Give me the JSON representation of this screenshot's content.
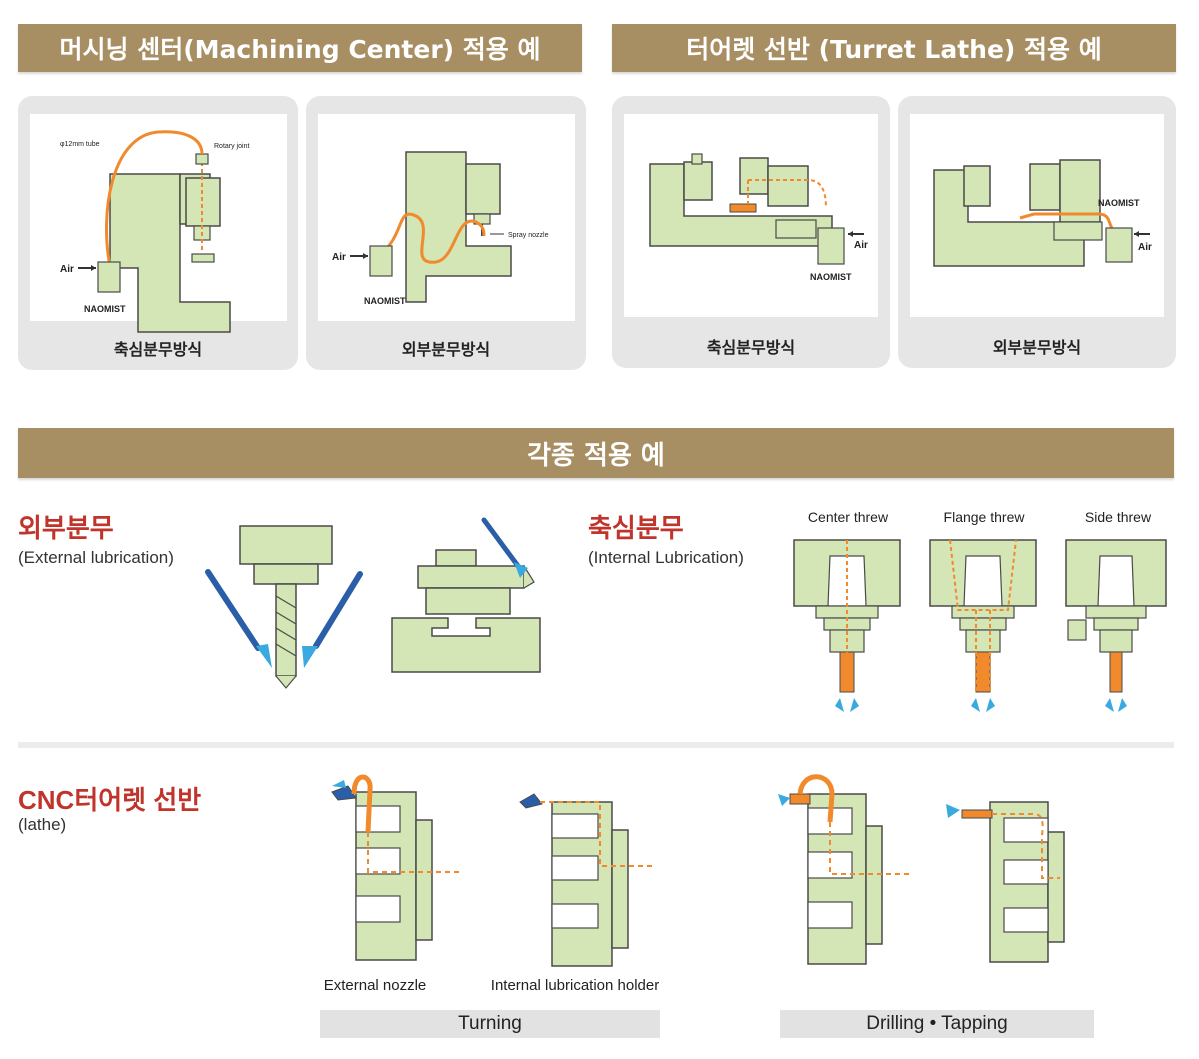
{
  "banners": {
    "machining": "머시닝 센터(Machining Center) 적용 예",
    "turret": "터어렛 선반 (Turret Lathe) 적용 예",
    "various": "각종 적용 예"
  },
  "panels": {
    "mc_internal": {
      "caption": "축심분무방식",
      "tube": "φ12mm tube",
      "joint": "Rotary joint",
      "air": "Air",
      "brand": "NAOMIST"
    },
    "mc_external": {
      "caption": "외부분무방식",
      "nozzle": "Spray nozzle",
      "air": "Air",
      "brand": "NAOMIST"
    },
    "tl_internal": {
      "caption": "축심분무방식",
      "air": "Air",
      "brand": "NAOMIST"
    },
    "tl_external": {
      "caption": "외부분무방식",
      "air": "Air",
      "brand": "NAOMIST"
    }
  },
  "external": {
    "title": "외부분무",
    "subtitle": "(External lubrication)"
  },
  "internal": {
    "title": "축심분무",
    "subtitle": "(Internal Lubrication)",
    "types": [
      "Center threw",
      "Flange threw",
      "Side threw"
    ]
  },
  "cnc": {
    "title": "CNC터어렛 선반",
    "subtitle": "(lathe)",
    "labels": [
      "External nozzle",
      "Internal lubrication holder"
    ],
    "turning": "Turning",
    "drilling": "Drilling • Tapping"
  },
  "colors": {
    "banner": "#a88e63",
    "machine": "#d4e6b5",
    "stroke": "#4a4a4a",
    "tube": "#f08a2c",
    "nozzle": "#2a5fa8",
    "spray": "#39a9e0",
    "accent_text": "#c0342c"
  }
}
